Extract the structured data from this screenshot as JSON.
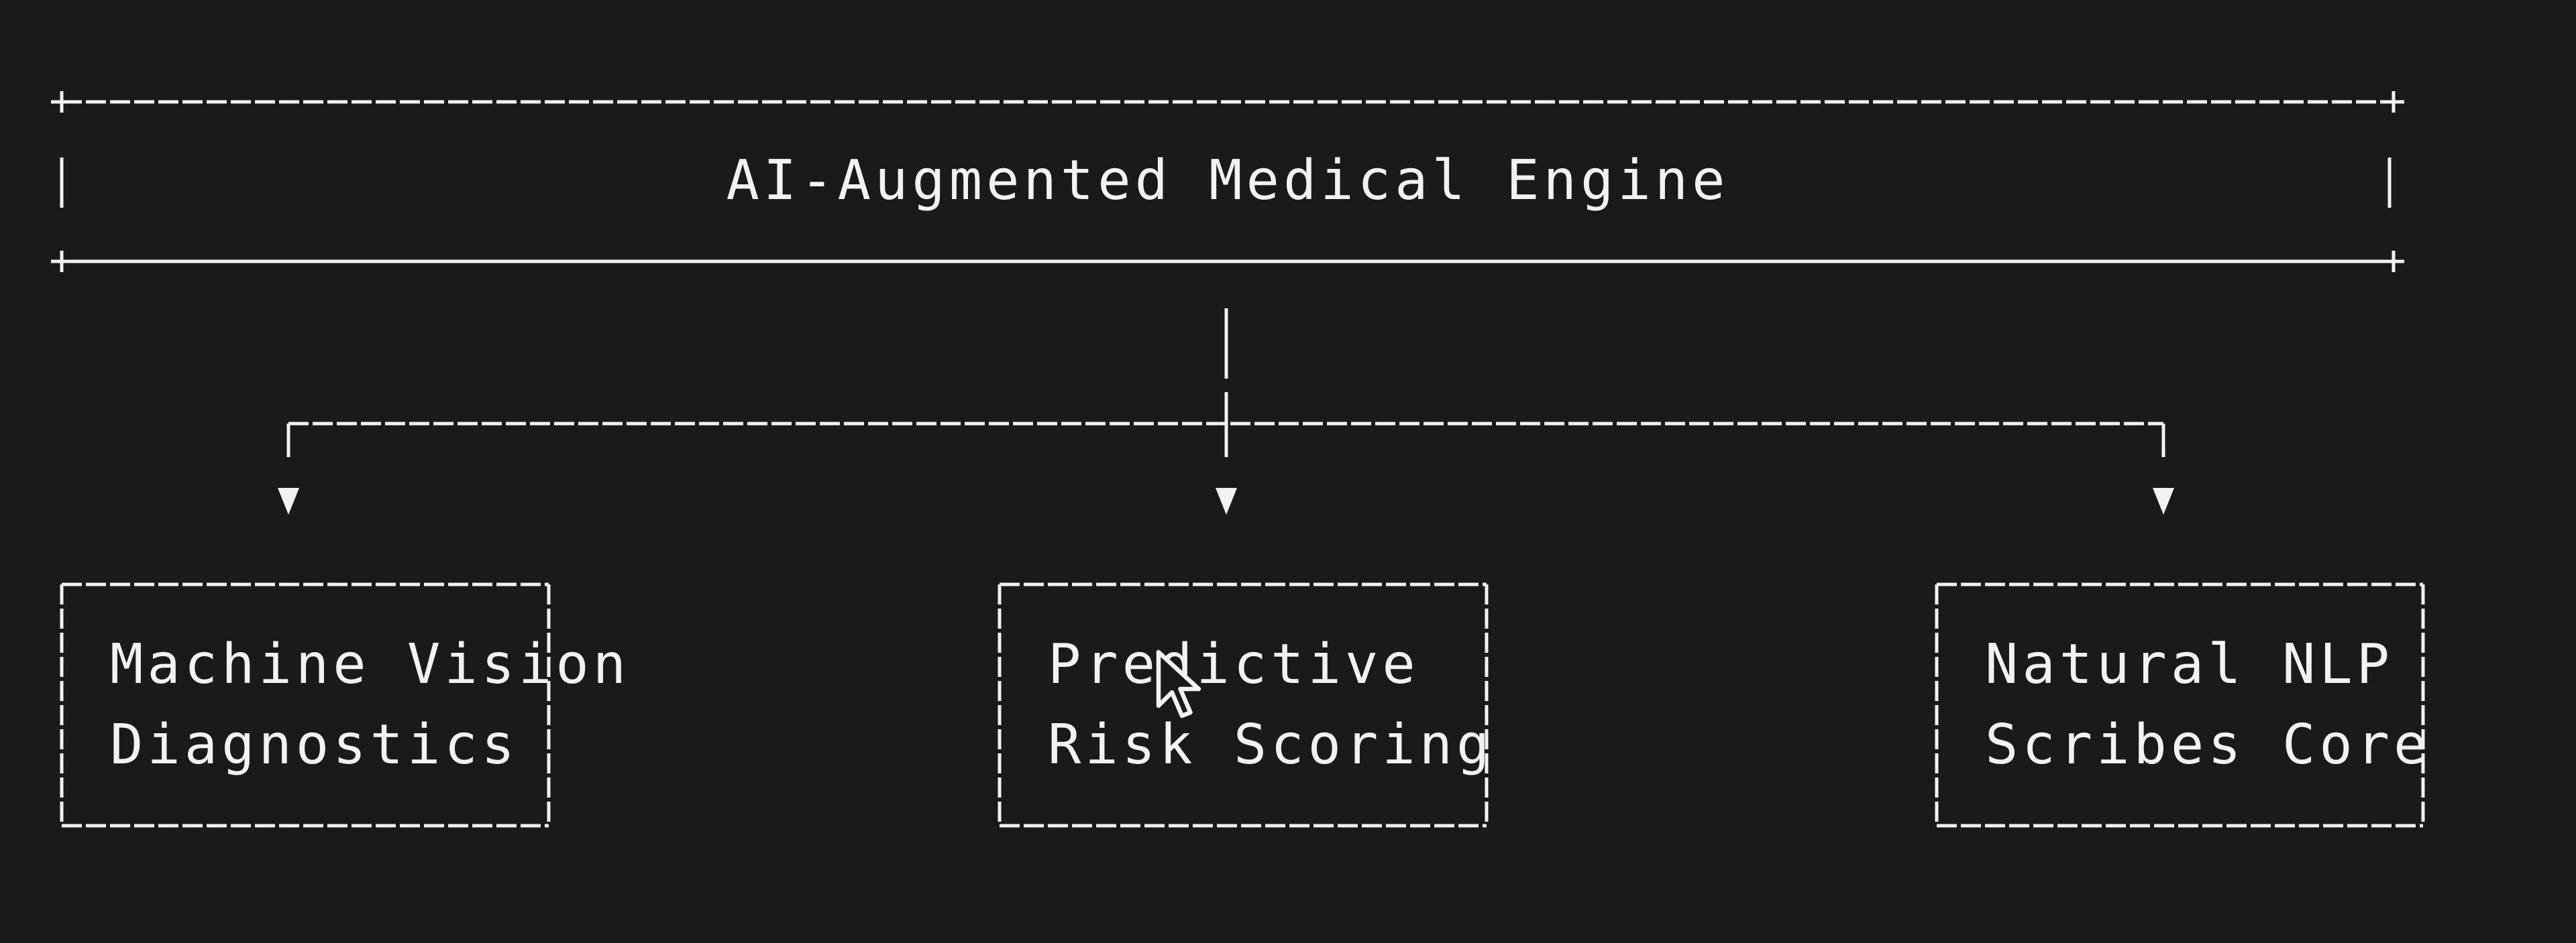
{
  "diagram": {
    "title": "AI-Augmented Medical Engine",
    "nodes": [
      {
        "id": "machine-vision",
        "lines": [
          "Machine Vision",
          "Diagnostics"
        ]
      },
      {
        "id": "predictive-risk",
        "lines": [
          "Predictive",
          "Risk Scoring"
        ]
      },
      {
        "id": "natural-nlp",
        "lines": [
          "Natural NLP",
          "Scribes Core"
        ]
      }
    ],
    "edges": [
      {
        "from": "title",
        "to": "machine-vision"
      },
      {
        "from": "title",
        "to": "predictive-risk"
      },
      {
        "from": "title",
        "to": "natural-nlp"
      }
    ]
  },
  "colors": {
    "background": "#1a1a1a",
    "foreground": "#f2f2f2"
  },
  "icons": {
    "cursor": "mouse-pointer-icon",
    "arrow": "arrow-down-icon"
  }
}
